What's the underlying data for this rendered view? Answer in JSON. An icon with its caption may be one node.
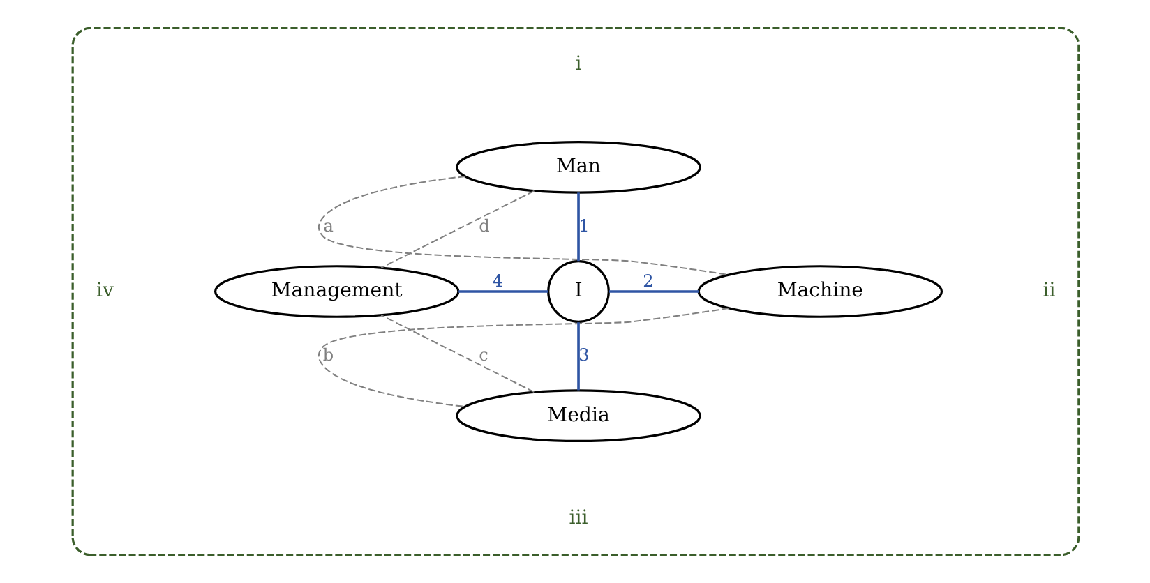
{
  "diagram": {
    "nodes": [
      {
        "text": [],
        "shape": "ellipse"
      },
      {
        "text": [
          "Man"
        ],
        "in": 0
      },
      {
        "text": [
          "Machine"
        ],
        "in": 0
      },
      {
        "text": [
          "Media"
        ],
        "in": 0
      },
      {
        "text": [
          "Management"
        ],
        "in": 0
      },
      {
        "text": [
          "I"
        ],
        "in": 0
      }
    ],
    "edges": [
      {
        "from": 5,
        "to": 1,
        "arrow": "none",
        "label": "1",
        "color": "#2f55a4"
      },
      {
        "from": 5,
        "to": 2,
        "arrow": "none",
        "label": "2",
        "color": "#2f55a4"
      },
      {
        "from": 5,
        "to": 3,
        "arrow": "none",
        "label": "3",
        "color": "#2f55a4"
      },
      {
        "from": 5,
        "to": 4,
        "arrow": "none",
        "label": "4",
        "color": "#2f55a4"
      },
      {
        "from": 1,
        "to": 2,
        "arrow": "none",
        "label": "a",
        "style": "dashed",
        "color": "#808080"
      },
      {
        "from": 2,
        "to": 3,
        "arrow": "none",
        "label": "b",
        "style": "dashed",
        "color": "#808080"
      },
      {
        "from": 3,
        "to": 4,
        "arrow": "none",
        "label": "c",
        "style": "dashed",
        "color": "#808080"
      },
      {
        "from": 4,
        "to": 1,
        "arrow": "none",
        "label": "d",
        "style": "dashed",
        "color": "#808080"
      }
    ],
    "labels": [
      "i",
      "iv",
      "ii",
      "iii"
    ]
  }
}
